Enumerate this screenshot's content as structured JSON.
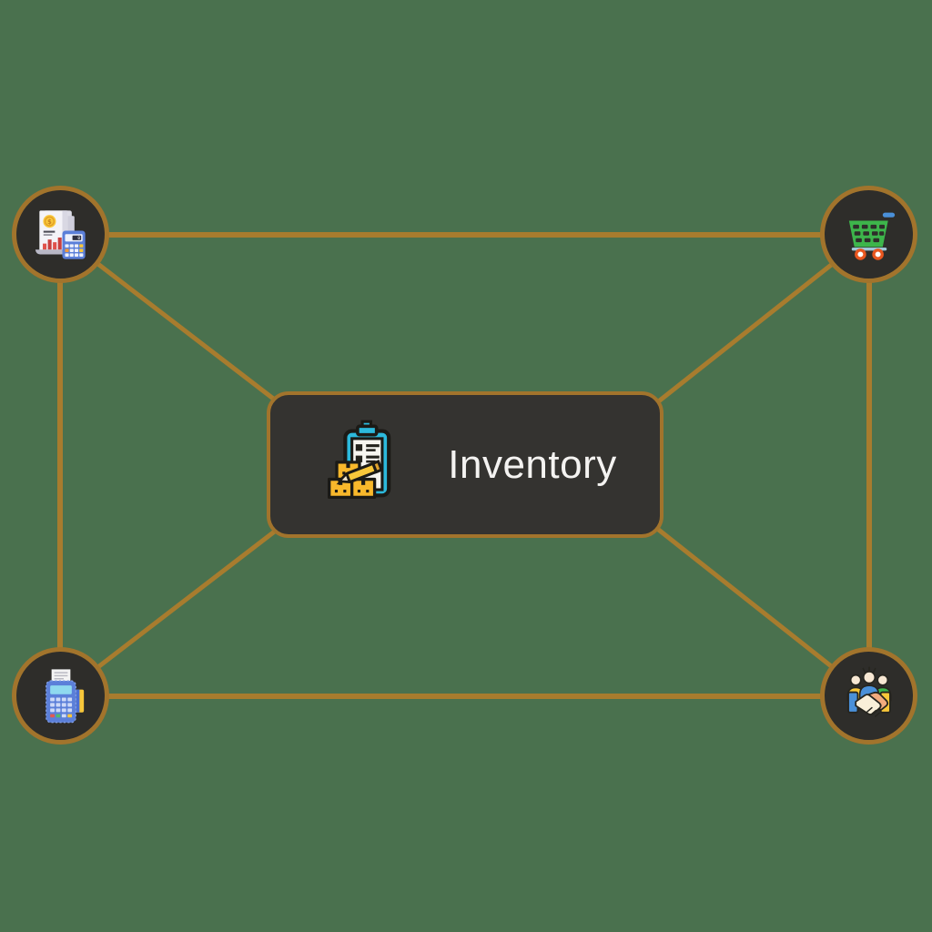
{
  "diagram_title": "Inventory",
  "colors": {
    "background": "#4a714e",
    "edge": "#a87c2e",
    "node-fill": "#2e2d2a",
    "node-border": "#a2742c",
    "box-fill": "#343330",
    "box-border": "#a2742c",
    "label-text": "#f4f3f1"
  },
  "center_node": {
    "label": "Inventory",
    "icon": "inventory-clipboard-boxes-icon"
  },
  "nodes": [
    {
      "id": "accounting",
      "position": "top-left",
      "icon": "accounting-report-calculator-icon"
    },
    {
      "id": "shopping",
      "position": "top-right",
      "icon": "shopping-cart-icon"
    },
    {
      "id": "pos-payment",
      "position": "bottom-left",
      "icon": "pos-terminal-icon"
    },
    {
      "id": "partners",
      "position": "bottom-right",
      "icon": "handshake-people-icon"
    }
  ],
  "edges": [
    {
      "from": "accounting",
      "to": "shopping"
    },
    {
      "from": "accounting",
      "to": "pos-payment"
    },
    {
      "from": "shopping",
      "to": "partners"
    },
    {
      "from": "pos-payment",
      "to": "partners"
    },
    {
      "from": "accounting",
      "to": "inventory"
    },
    {
      "from": "shopping",
      "to": "inventory"
    },
    {
      "from": "pos-payment",
      "to": "inventory"
    },
    {
      "from": "partners",
      "to": "inventory"
    }
  ]
}
